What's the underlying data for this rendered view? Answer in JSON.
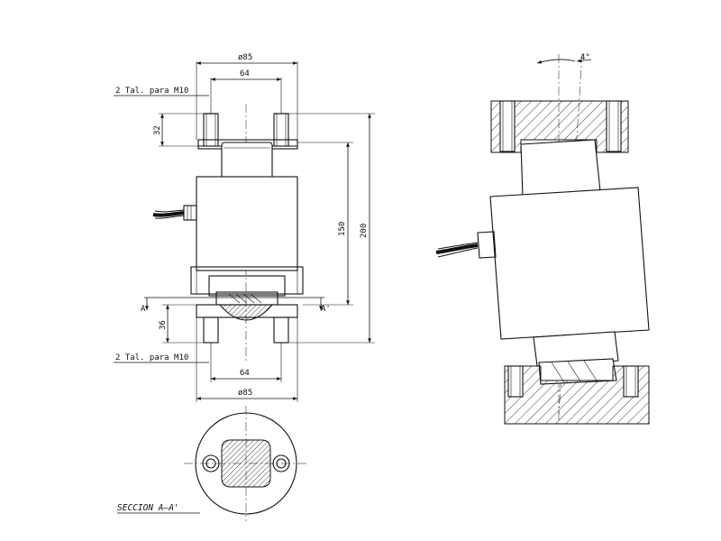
{
  "drawing": {
    "front_view": {
      "top_diameter": "ø85",
      "top_spacing": "64",
      "top_thread_note": "2 Tal. para M10",
      "height_top": "32",
      "height_body": "150",
      "height_total": "200",
      "height_bottom": "36",
      "section_left": "A",
      "section_right": "A'",
      "bottom_thread_note": "2 Tal. para M10",
      "bottom_spacing": "64",
      "bottom_diameter": "ø85"
    },
    "tilt_view": {
      "angle": "4°"
    },
    "section_view": {
      "caption": "SECCION A–A'"
    }
  }
}
